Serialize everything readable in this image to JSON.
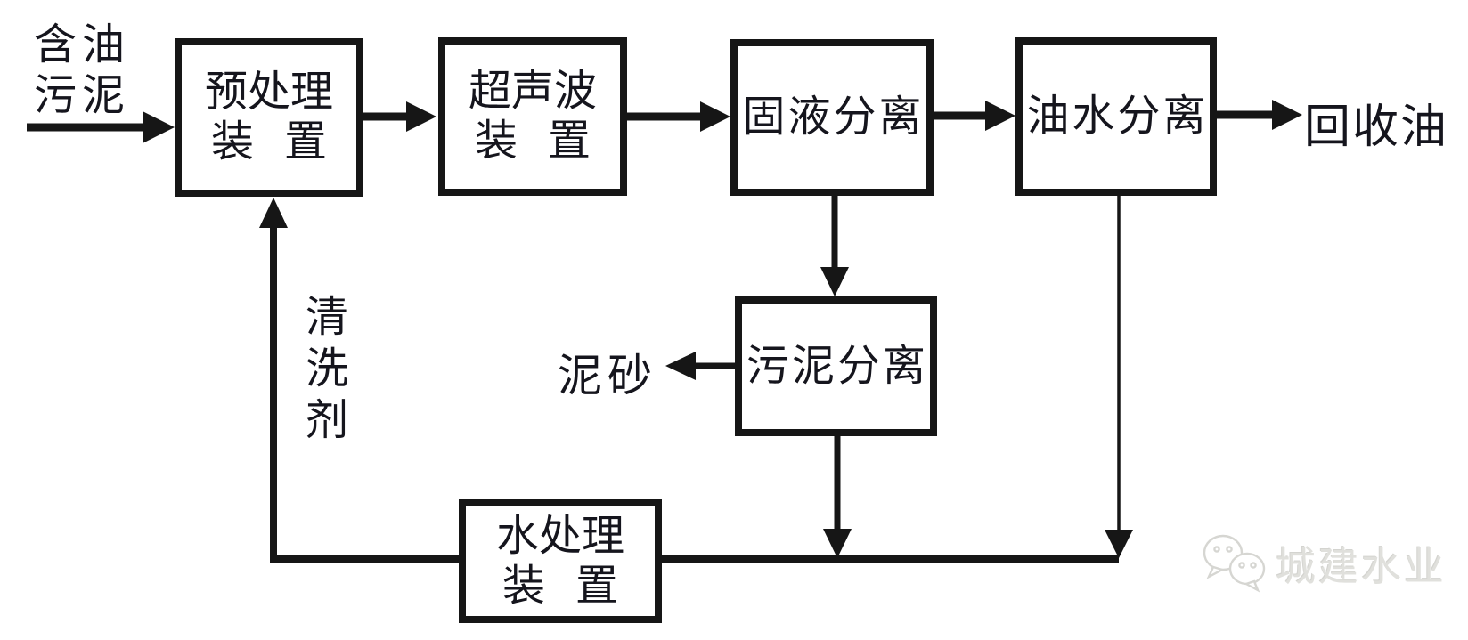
{
  "nodes": {
    "pretreatment": {
      "lines": [
        "预处理",
        "装置"
      ]
    },
    "ultrasonic": {
      "lines": [
        "超声波",
        "装置"
      ]
    },
    "solid_liquid": {
      "lines": [
        "固液分离"
      ]
    },
    "oil_water": {
      "lines": [
        "油水分离"
      ]
    },
    "sludge_separation": {
      "lines": [
        "污泥分离"
      ]
    },
    "water_treatment": {
      "lines": [
        "水处理",
        "装置"
      ]
    }
  },
  "labels": {
    "input": {
      "lines": [
        "含油",
        "污泥"
      ]
    },
    "recovered_oil": "回收油",
    "sand": "泥砂",
    "cleaning_agent": "清洗剂"
  },
  "watermark": {
    "name": "城建水业",
    "logo_icon": "wechat-logo"
  },
  "colors": {
    "ink": "#161616",
    "text": "#15151d",
    "watermark_gray": "#e0e0dc",
    "background": "#ffffff"
  }
}
